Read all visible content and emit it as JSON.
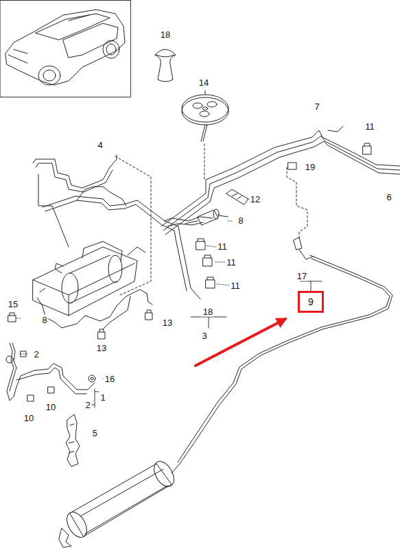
{
  "diagram": {
    "nodes": [
      {
        "text": [
          "9"
        ]
      }
    ],
    "labels": [
      "18",
      "14",
      "7",
      "11",
      "4",
      "19",
      "12",
      "6",
      "8",
      "11",
      "11",
      "11",
      "17",
      "15",
      "8",
      "18",
      "3",
      "13",
      "13",
      "2",
      "16",
      "1",
      "2",
      "10",
      "10",
      "5"
    ]
  }
}
